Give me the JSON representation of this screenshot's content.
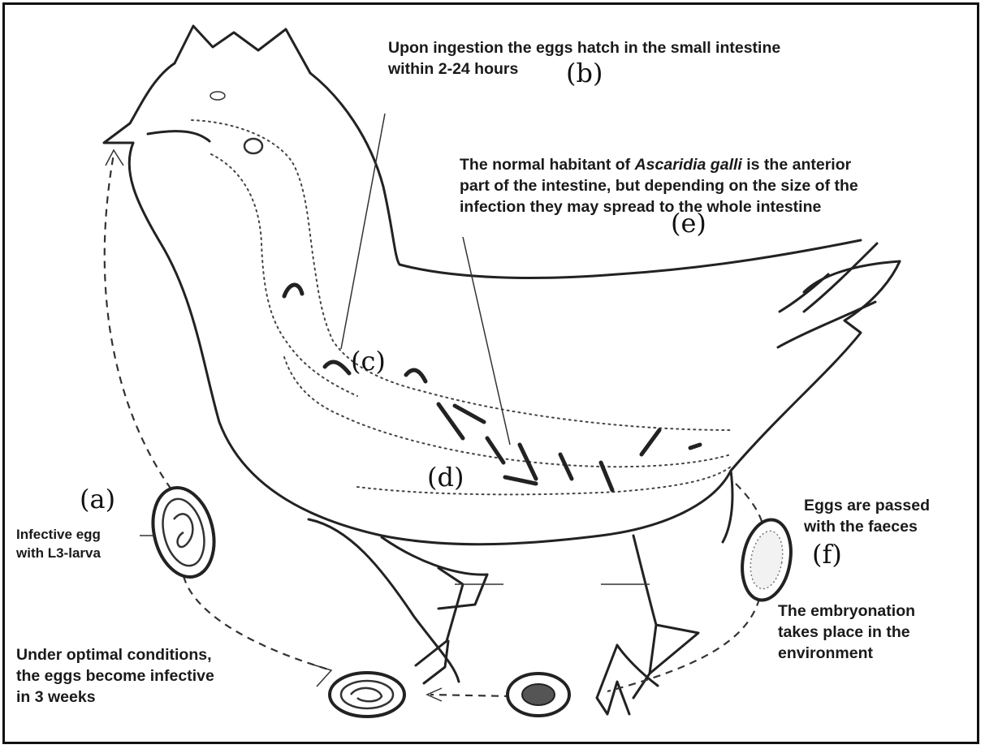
{
  "notes": {
    "hatch": {
      "lines": [
        "Upon ingestion the eggs hatch in the small intestine",
        "within 2-24 hours"
      ]
    },
    "habitat": {
      "line1_pre": "The normal habitant of ",
      "line1_species": "Ascaridia galli",
      "line1_post": " is the anterior",
      "line2": "part of the intestine, but depending on the size of the",
      "line3": "infection they may spread to the whole intestine"
    },
    "infective_egg": {
      "lines": [
        "Infective egg",
        "with L3-larva"
      ]
    },
    "optimal": {
      "lines": [
        "Under optimal conditions,",
        "the eggs become infective",
        "in 3 weeks"
      ]
    },
    "passed": {
      "lines": [
        "Eggs are passed",
        "with the faeces"
      ]
    },
    "embryonation": {
      "lines": [
        "The embryonation",
        "takes place in the",
        "environment"
      ]
    }
  },
  "labels": {
    "a": "(a)",
    "b": "(b)",
    "c": "(c)",
    "d": "(d)",
    "e": "(e)",
    "f": "(f)"
  }
}
